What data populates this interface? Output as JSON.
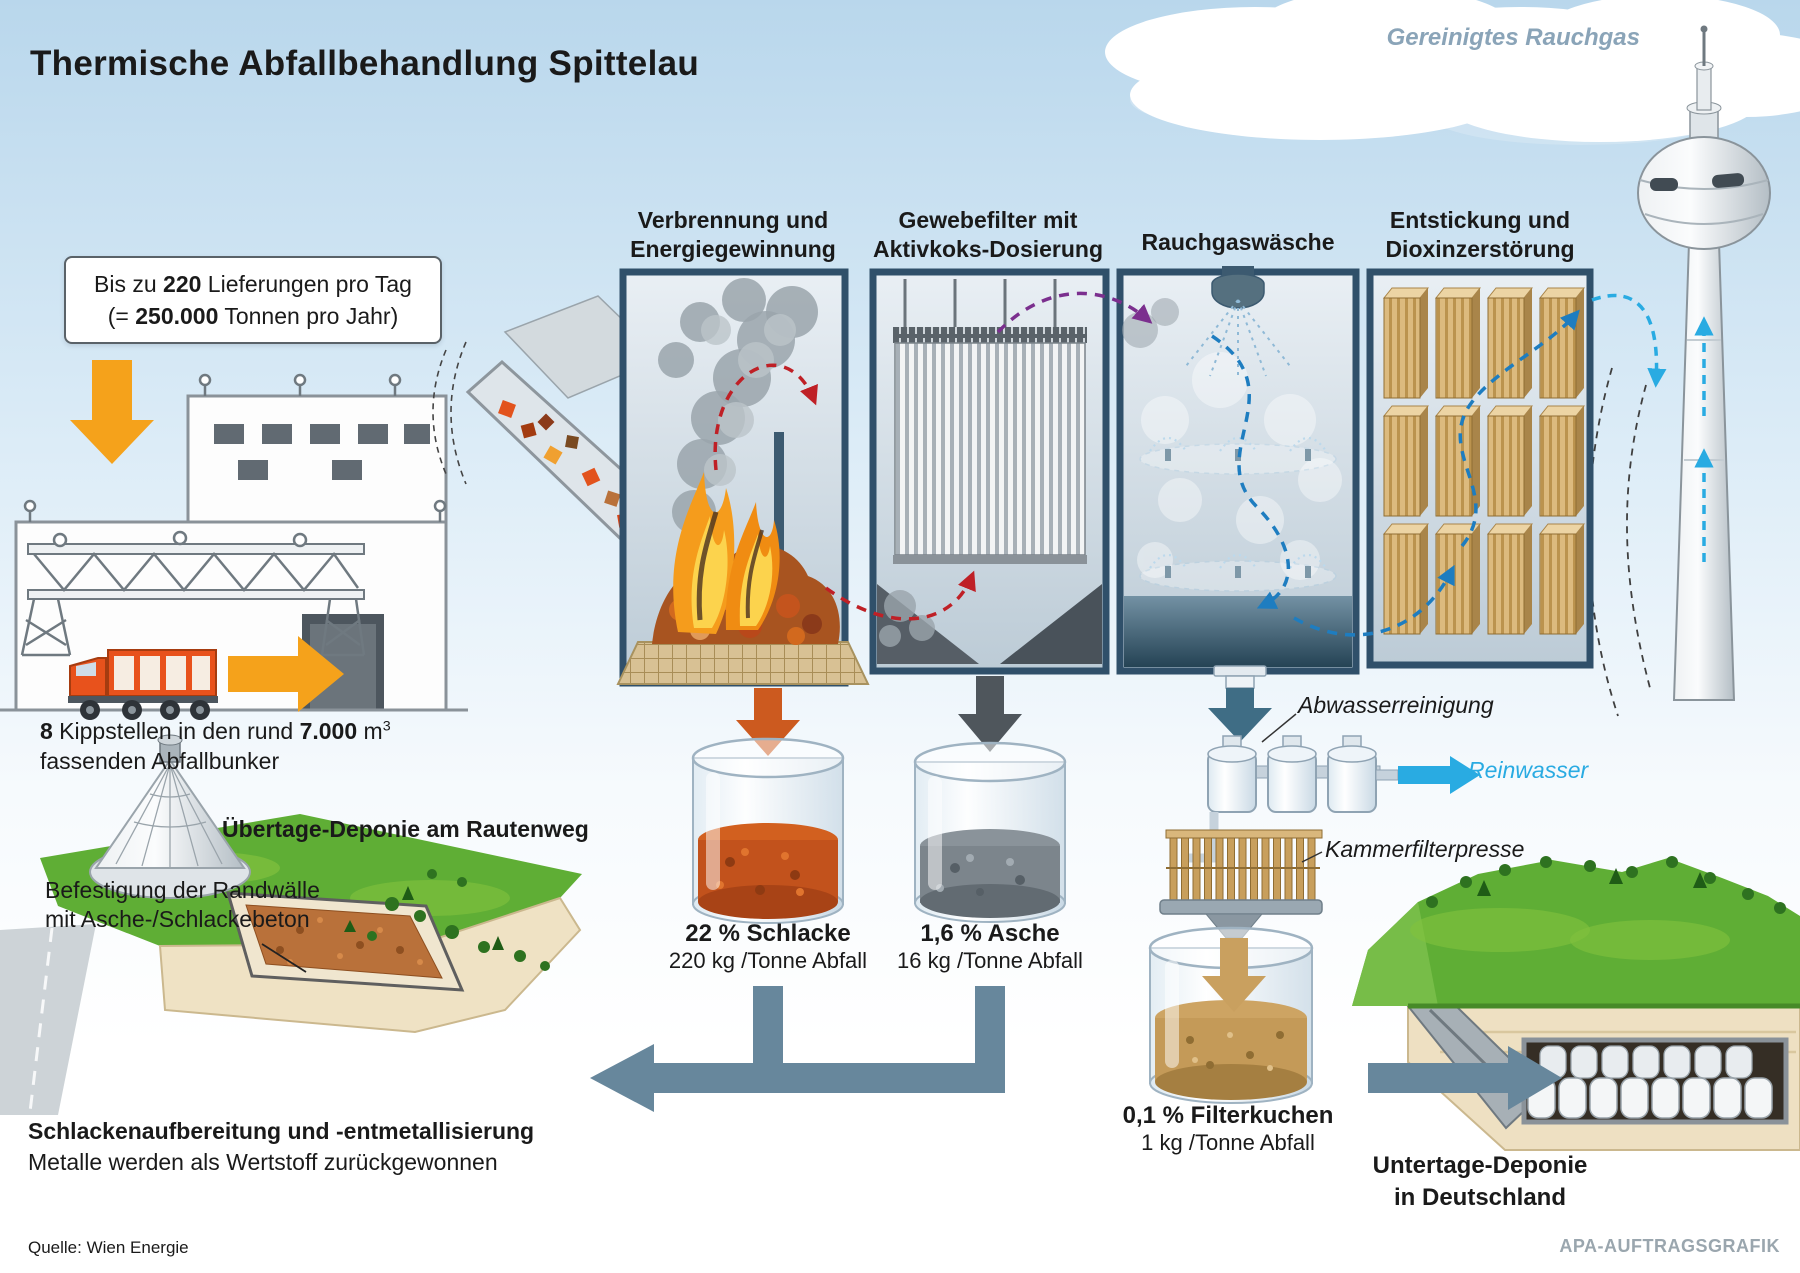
{
  "meta": {
    "title": "Thermische Abfallbehandlung Spittelau",
    "source": "Quelle: Wien Energie",
    "credit": "APA-AUFTRAGSGRAFIK"
  },
  "flue": {
    "cleaned_gas_label": "Gereinigtes Rauchgas"
  },
  "delivery": {
    "line1_pre": "Bis zu ",
    "line1_value": "220",
    "line1_post": " Lieferungen pro Tag",
    "line2_pre": "(= ",
    "line2_value": "250.000",
    "line2_post": " Tonnen pro Jahr)"
  },
  "bunker": {
    "count": "8",
    "mid": " Kippstellen in den rund ",
    "volume": "7.000",
    "unit_base": " m",
    "unit_exp": "3",
    "line2": "fassenden Abfallbunker"
  },
  "stages": [
    {
      "line1": "Verbrennung und",
      "line2": "Energiegewinnung"
    },
    {
      "line1": "Gewebefilter mit",
      "line2": "Aktivkoks-Dosierung"
    },
    {
      "line1": "Rauchgaswäsche",
      "line2": ""
    },
    {
      "line1": "Entstickung und",
      "line2": "Dioxinzerstörung"
    }
  ],
  "outputs": {
    "slag": {
      "title": "22 % Schlacke",
      "subtitle": "220 kg /Tonne Abfall"
    },
    "ash": {
      "title": "1,6 % Asche",
      "subtitle": "16 kg /Tonne Abfall"
    },
    "filter_cake": {
      "title": "0,1 % Filterkuchen",
      "subtitle": "1 kg /Tonne Abfall"
    }
  },
  "water": {
    "treatment_label": "Abwasserreinigung",
    "clean_water_label": "Reinwasser",
    "press_label": "Kammerfilterpresse"
  },
  "landfill_surface": {
    "title": "Übertage-Deponie am Rautenweg",
    "note_line1": "Befestigung der Randwälle",
    "note_line2": "mit Asche-/Schlackebeton"
  },
  "landfill_underground": {
    "line1": "Untertage-Deponie",
    "line2": "in Deutschland"
  },
  "slag_processing": {
    "title": "Schlackenaufbereitung und -entmetallisierung",
    "subtitle": "Metalle werden als Wertstoff zurückgewonnen"
  },
  "colors": {
    "accent_orange": "#f5a21b",
    "slag_orange": "#c2521c",
    "ash_gray": "#4f565c",
    "steel_blue": "#67879c",
    "clean_water_cyan": "#29abe2",
    "flue_red": "#bf2026",
    "flue_purple": "#7b2f8e",
    "flue_blue": "#1e7dc0",
    "filter_cake_tan": "#c9a05f"
  }
}
